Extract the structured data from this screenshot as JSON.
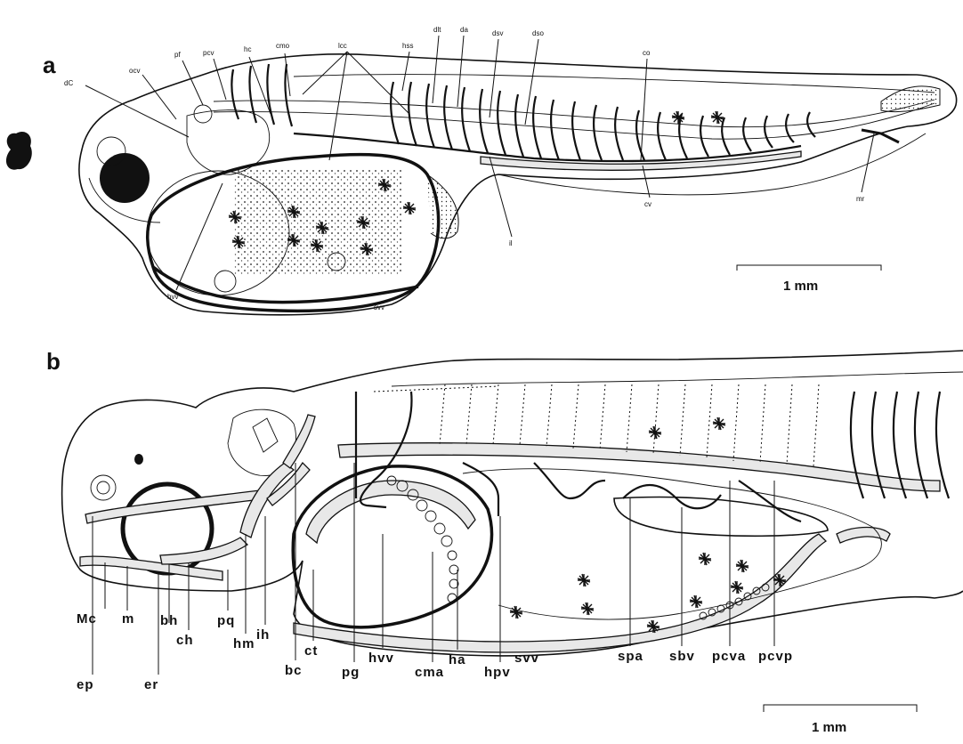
{
  "panel_a": {
    "letter": "a",
    "labels": {
      "dC": "dC",
      "ocv": "ocv",
      "pf": "pf",
      "pcv": "pcv",
      "hc": "hc",
      "cmo": "cmo",
      "lcc": "lcc",
      "hss": "hss",
      "dlt": "dlt",
      "da": "da",
      "dsv": "dsv",
      "dso": "dso",
      "co": "co",
      "mr": "mr",
      "cv": "cv",
      "il": "il",
      "svv": "svv",
      "hvv": "hvv"
    },
    "scale_bar": "1 mm"
  },
  "panel_b": {
    "letter": "b",
    "labels": {
      "Mc": "Mc",
      "m": "m",
      "bh": "bh",
      "ch": "ch",
      "pq": "pq",
      "hm": "hm",
      "ih": "ih",
      "bc": "bc",
      "ct": "ct",
      "pg": "pg",
      "hvv": "hvv",
      "cma": "cma",
      "ha": "ha",
      "hpv": "hpv",
      "svv": "svv",
      "spa": "spa",
      "sbv": "sbv",
      "pcva": "pcva",
      "pcvp": "pcvp",
      "ep": "ep",
      "er": "er"
    },
    "scale_bar": "1 mm"
  }
}
